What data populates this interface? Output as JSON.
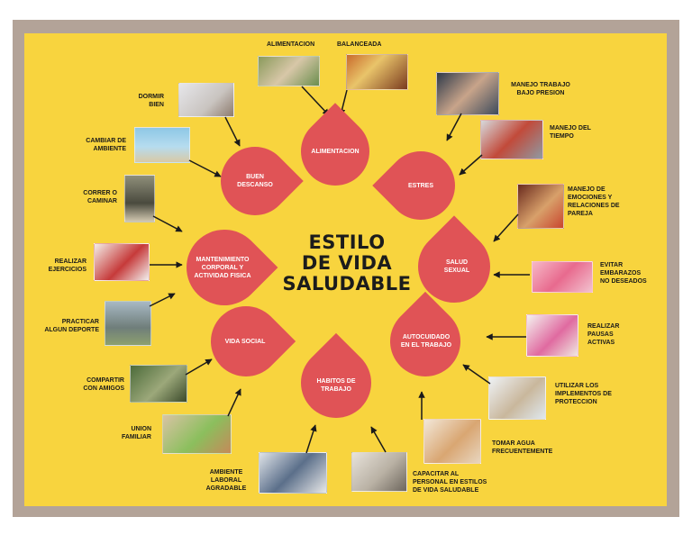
{
  "center_title": "ESTILO\nDE VIDA\nSALUDABLE",
  "petals": {
    "alimentacion": "ALIMENTACION",
    "buen_descanso": "BUEN\nDESCANSO",
    "estres": "ESTRES",
    "mantenimiento": "MANTENIMIENTO\nCORPORAL  Y\nACTIVIDAD FISICA",
    "salud_sexual": "SALUD\nSEXUAL",
    "vida_social": "VIDA SOCIAL",
    "autocuidado": "AUTOCUIDADO\nEN EL TRABAJO",
    "habitos": "HABITOS DE\nTRABAJO"
  },
  "labels": {
    "alimentacion": "ALIMENTACION",
    "balanceada": "BALANCEADA",
    "dormir_bien": "DORMIR\nBIEN",
    "cambiar_ambiente": "CAMBIAR DE\nAMBIENTE",
    "correr": "CORRER O\nCAMINAR",
    "realizar_ejercicios": "REALIZAR\nEJERCICIOS",
    "practicar_deporte": "PRACTICAR\nALGUN DEPORTE",
    "compartir_amigos": "COMPARTIR\nCON AMIGOS",
    "union_familiar": "UNION\nFAMILIAR",
    "ambiente_laboral": "AMBIENTE\nLABORAL\nAGRADABLE",
    "capacitar": "CAPACITAR AL\nPERSONAL EN ESTILOS\nDE VIDA SALUDABLE",
    "tomar_agua": "TOMAR AGUA\nFRECUENTEMENTE",
    "implementos": "UTILIZAR LOS\nIMPLEMENTOS DE\nPROTECCION",
    "pausas": "REALIZAR\nPAUSAS\nACTIVAS",
    "embarazos": "EVITAR\nEMBARAZOS\nNO DESEADOS",
    "emociones": "MANEJO DE\nEMOCIONES Y\nRELACIONES DE\nPAREJA",
    "tiempo": "MANEJO DEL\nTIEMPO",
    "presion": "MANEJO TRABAJO\nBAJO PRESION"
  },
  "colors": {
    "background": "#f8d43e",
    "frame": "#b3a398",
    "petal": "#e05356"
  }
}
